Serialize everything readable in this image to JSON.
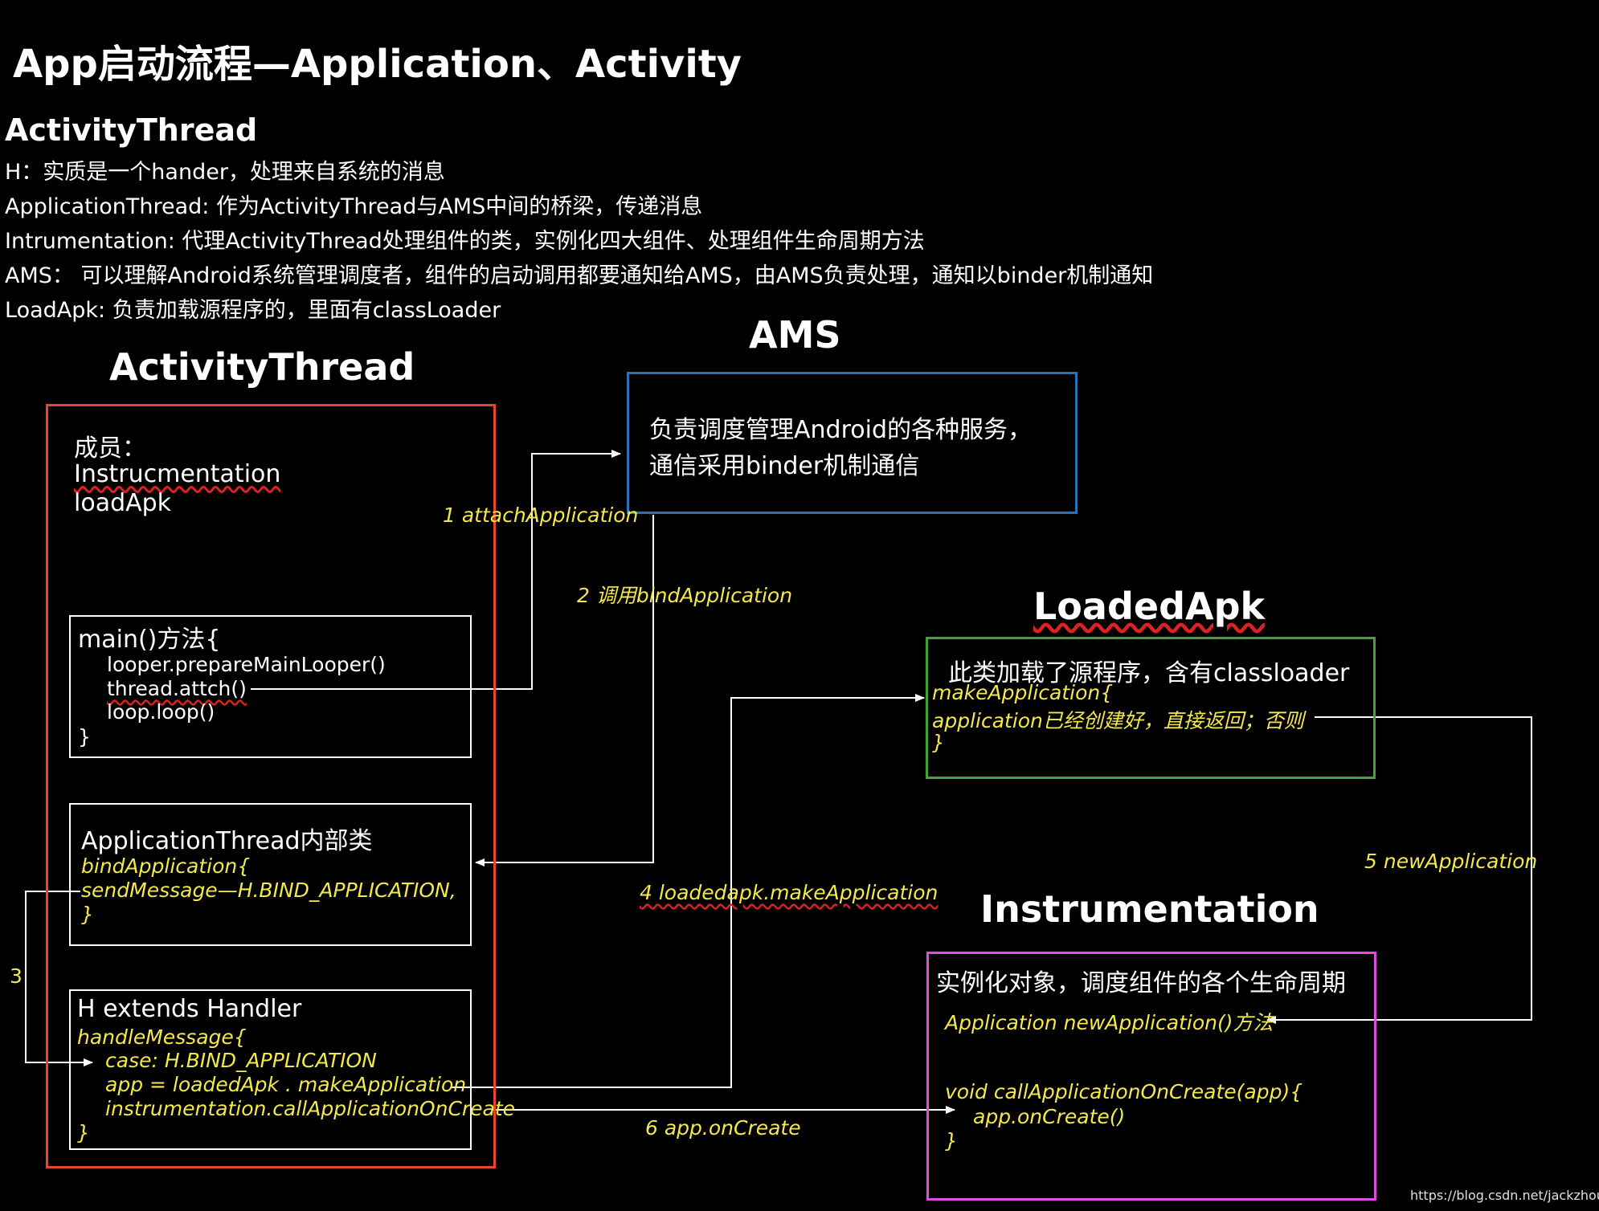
{
  "title": "App启动流程—Application、Activity",
  "intro": {
    "heading": "ActivityThread",
    "lines": [
      "H：实质是一个hander，处理来自系统的消息",
      "ApplicationThread: 作为ActivityThread与AMS中间的桥梁，传递消息",
      "Intrumentation: 代理ActivityThread处理组件的类，实例化四大组件、处理组件生命周期方法",
      "AMS：  可以理解Android系统管理调度者，组件的启动调用都要通知给AMS，由AMS负责处理，通知以binder机制通知",
      "LoadApk:  负责加载源程序的，里面有classLoader"
    ]
  },
  "activity_thread": {
    "title": "ActivityThread",
    "members_label": "成员：",
    "members": [
      "Instrucmentation",
      "loadApk"
    ],
    "main_box": {
      "header": "main()方法{",
      "lines": [
        "looper.prepareMainLooper()",
        "thread.attch()",
        "loop.loop()"
      ],
      "close": "}"
    },
    "app_thread_box": {
      "header": "ApplicationThread内部类",
      "lines": [
        "bindApplication{",
        "sendMessage—H.BIND_APPLICATION,",
        "}"
      ]
    },
    "h_box": {
      "header": "H extends Handler",
      "lines": [
        "handleMessage{",
        "case: H.BIND_APPLICATION",
        "app = loadedApk . makeApplication",
        "instrumentation.callApplicationOnCreate",
        "}"
      ]
    }
  },
  "ams": {
    "title": "AMS",
    "lines": [
      "负责调度管理Android的各种服务，",
      "通信采用binder机制通信"
    ]
  },
  "loaded_apk": {
    "title": "LoadedApk",
    "lines": [
      "此类加载了源程序，含有classloader",
      "makeApplication{",
      "application已经创建好，直接返回；否则",
      "}"
    ]
  },
  "instrumentation": {
    "title": "Instrumentation",
    "lines": [
      "实例化对象，调度组件的各个生命周期",
      "Application newApplication()方法",
      "void callApplicationOnCreate(app){",
      "app.onCreate()",
      "}"
    ]
  },
  "arrows": {
    "a1": "1 attachApplication",
    "a2": "2 调用bindApplication",
    "a3": "3",
    "a4": "4 loadedapk.makeApplication",
    "a5": "5 newApplication",
    "a6": "6 app.onCreate"
  },
  "watermark": "https://blog.csdn.net/jackzhouyu",
  "colors": {
    "background": "#000000",
    "activity_thread_border": "#e8452c",
    "ams_border": "#2f6fb8",
    "loaded_apk_border": "#3fa535",
    "instrumentation_border": "#e34ae6",
    "arrow_label": "#f4e84a"
  }
}
